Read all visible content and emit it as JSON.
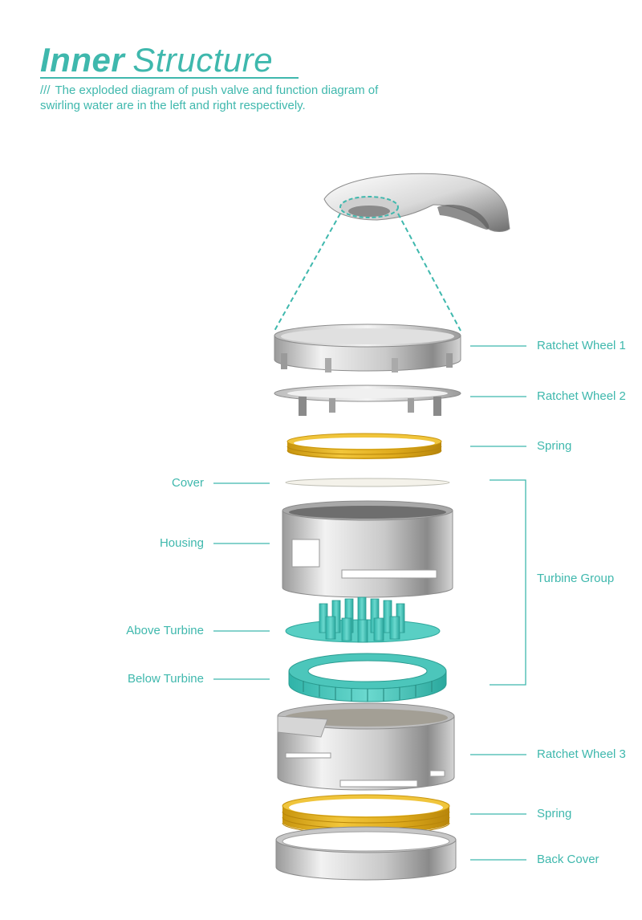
{
  "header": {
    "title_bold": "Inner",
    "title_light": "Structure",
    "subtitle_prefix": "///",
    "subtitle": "The exploded diagram of push valve and function diagram of swirling water are in the left and right respectively."
  },
  "labels_right": {
    "ratchet_wheel_1": "Ratchet Wheel 1",
    "ratchet_wheel_2": "Ratchet Wheel 2",
    "spring_top": "Spring",
    "turbine_group": "Turbine Group",
    "ratchet_wheel_3": "Ratchet Wheel 3",
    "spring_bottom": "Spring",
    "back_cover": "Back Cover"
  },
  "labels_left": {
    "cover": "Cover",
    "housing": "Housing",
    "above_turbine": "Above Turbine",
    "below_turbine": "Below Turbine"
  },
  "colors": {
    "accent": "#3fb8ad",
    "spring": "#e2b21c",
    "turbine": "#3ec6bb",
    "metal_light": "#e6e6e6",
    "metal_dark": "#7d7d7d"
  }
}
